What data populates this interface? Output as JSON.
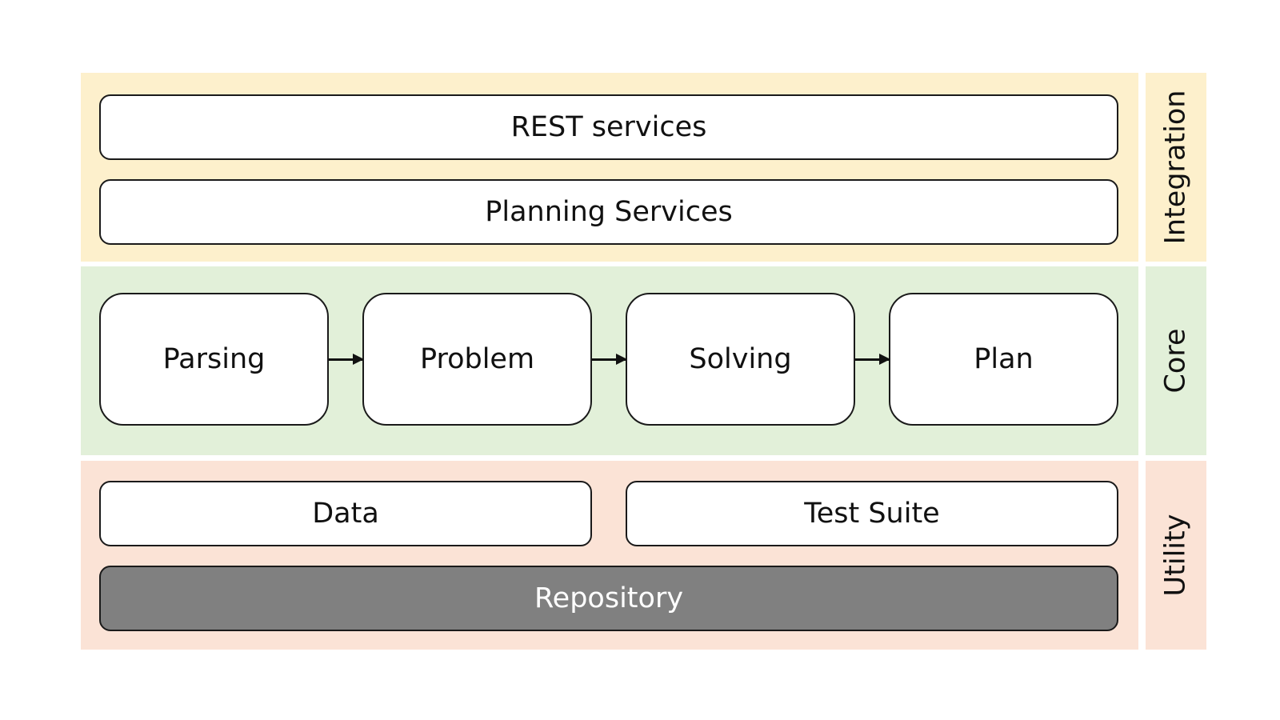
{
  "layers": {
    "integration": {
      "label": "Integration",
      "color": "#fdf0cc",
      "boxes": [
        "REST services",
        "Planning Services"
      ]
    },
    "core": {
      "label": "Core",
      "color": "#e2f0d9",
      "boxes": [
        "Parsing",
        "Problem",
        "Solving",
        "Plan"
      ]
    },
    "utility": {
      "label": "Utility",
      "color": "#fbe3d6",
      "boxes": [
        "Data",
        "Test Suite",
        "Repository"
      ]
    }
  },
  "colors": {
    "box_fill": "#ffffff",
    "box_border": "#1a1a1a",
    "repository_fill": "#808080",
    "repository_text": "#ffffff"
  },
  "flow": {
    "direction": "left-to-right",
    "connects": [
      "Parsing",
      "Problem",
      "Solving",
      "Plan"
    ]
  }
}
